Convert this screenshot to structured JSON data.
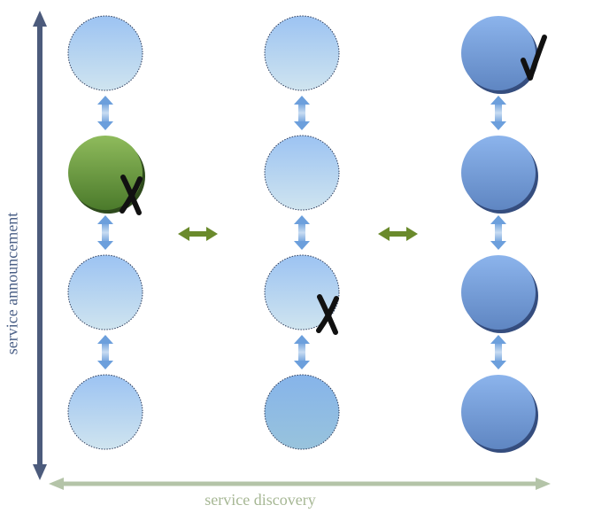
{
  "axes": {
    "vertical_label": "service announcement",
    "horizontal_label": "service discovery",
    "vertical_color": "#4c5b7c",
    "horizontal_color": "#b4c4a8"
  },
  "columns": [
    {
      "name": "column-1",
      "nodes": [
        {
          "style": "light",
          "mark": ""
        },
        {
          "style": "green",
          "mark": "X"
        },
        {
          "style": "light",
          "mark": ""
        },
        {
          "style": "light",
          "mark": ""
        }
      ]
    },
    {
      "name": "column-2",
      "nodes": [
        {
          "style": "light",
          "mark": ""
        },
        {
          "style": "light",
          "mark": ""
        },
        {
          "style": "light",
          "mark": "X"
        },
        {
          "style": "mid",
          "mark": ""
        }
      ]
    },
    {
      "name": "column-3",
      "nodes": [
        {
          "style": "dark",
          "mark": "check"
        },
        {
          "style": "dark",
          "mark": ""
        },
        {
          "style": "dark",
          "mark": ""
        },
        {
          "style": "dark",
          "mark": ""
        }
      ]
    }
  ],
  "colors": {
    "light_top": "#9cc3f2",
    "light_bottom": "#cfe4ef",
    "mid_top": "#86b4ea",
    "mid_bottom": "#98c3dc",
    "dark_top": "#8cb4ec",
    "dark_bottom": "#5f86c2",
    "dark_shadow": "#354d7e",
    "green_top": "#8fbb5c",
    "green_bottom": "#4b7a2b",
    "link_arrow": "#7aa8dc",
    "between_arrow": "#6a8a2c",
    "mark": "#111111"
  }
}
